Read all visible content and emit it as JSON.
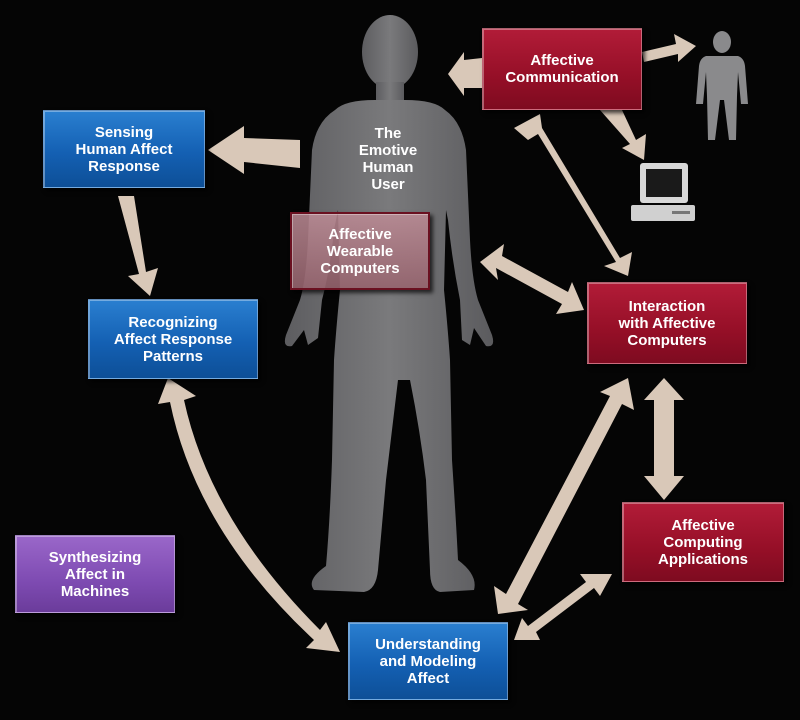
{
  "center_label": "The\nEmotive\nHuman\nUser",
  "boxes": {
    "sensing": "Sensing\nHuman Affect\nResponse",
    "recognizing": "Recognizing\nAffect Response\nPatterns",
    "synthesizing": "Synthesizing\nAffect in\nMachines",
    "understanding": "Understanding\nand Modeling\nAffect",
    "wearable": "Affective\nWearable\nComputers",
    "communication": "Affective\nCommunication",
    "interaction": "Interaction\nwith Affective\nComputers",
    "applications": "Affective\nComputing\nApplications"
  },
  "colors": {
    "blue": "#1460b3",
    "red": "#950f27",
    "purple": "#7e4bb2",
    "arrow": "#d9c8b8",
    "figure": "#6e6e70"
  }
}
